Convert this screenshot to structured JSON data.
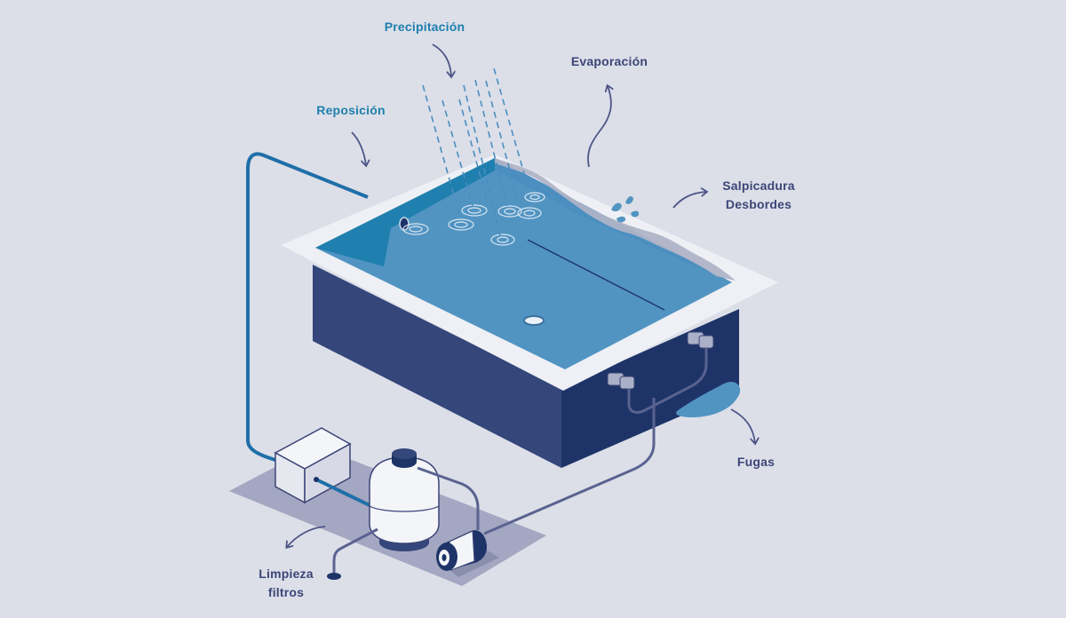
{
  "labels": {
    "precipitacion": "Precipitación",
    "evaporacion": "Evaporación",
    "reposicion": "Reposición",
    "salpicadura": "Salpicadura",
    "desbordes": "Desbordes",
    "fugas": "Fugas",
    "limpieza": "Limpieza",
    "filtros": "filtros"
  },
  "colors": {
    "background": "#dcdfe8",
    "water": "#5194c2",
    "water_dark": "#1f7fae",
    "pool_wall_side": "#34467a",
    "pool_wall_front": "#1e3468",
    "deck": "#eef0f5",
    "pipe": "#5a6290",
    "inflow_pipe": "#1f6fa8",
    "label_blue": "#1f7fae",
    "label_navy": "#3c4577"
  },
  "icons": [
    "rain-lines",
    "evaporation-arrow",
    "splash-arrow",
    "leak-arrow",
    "inflow-arrow",
    "cleaning-arrow"
  ]
}
